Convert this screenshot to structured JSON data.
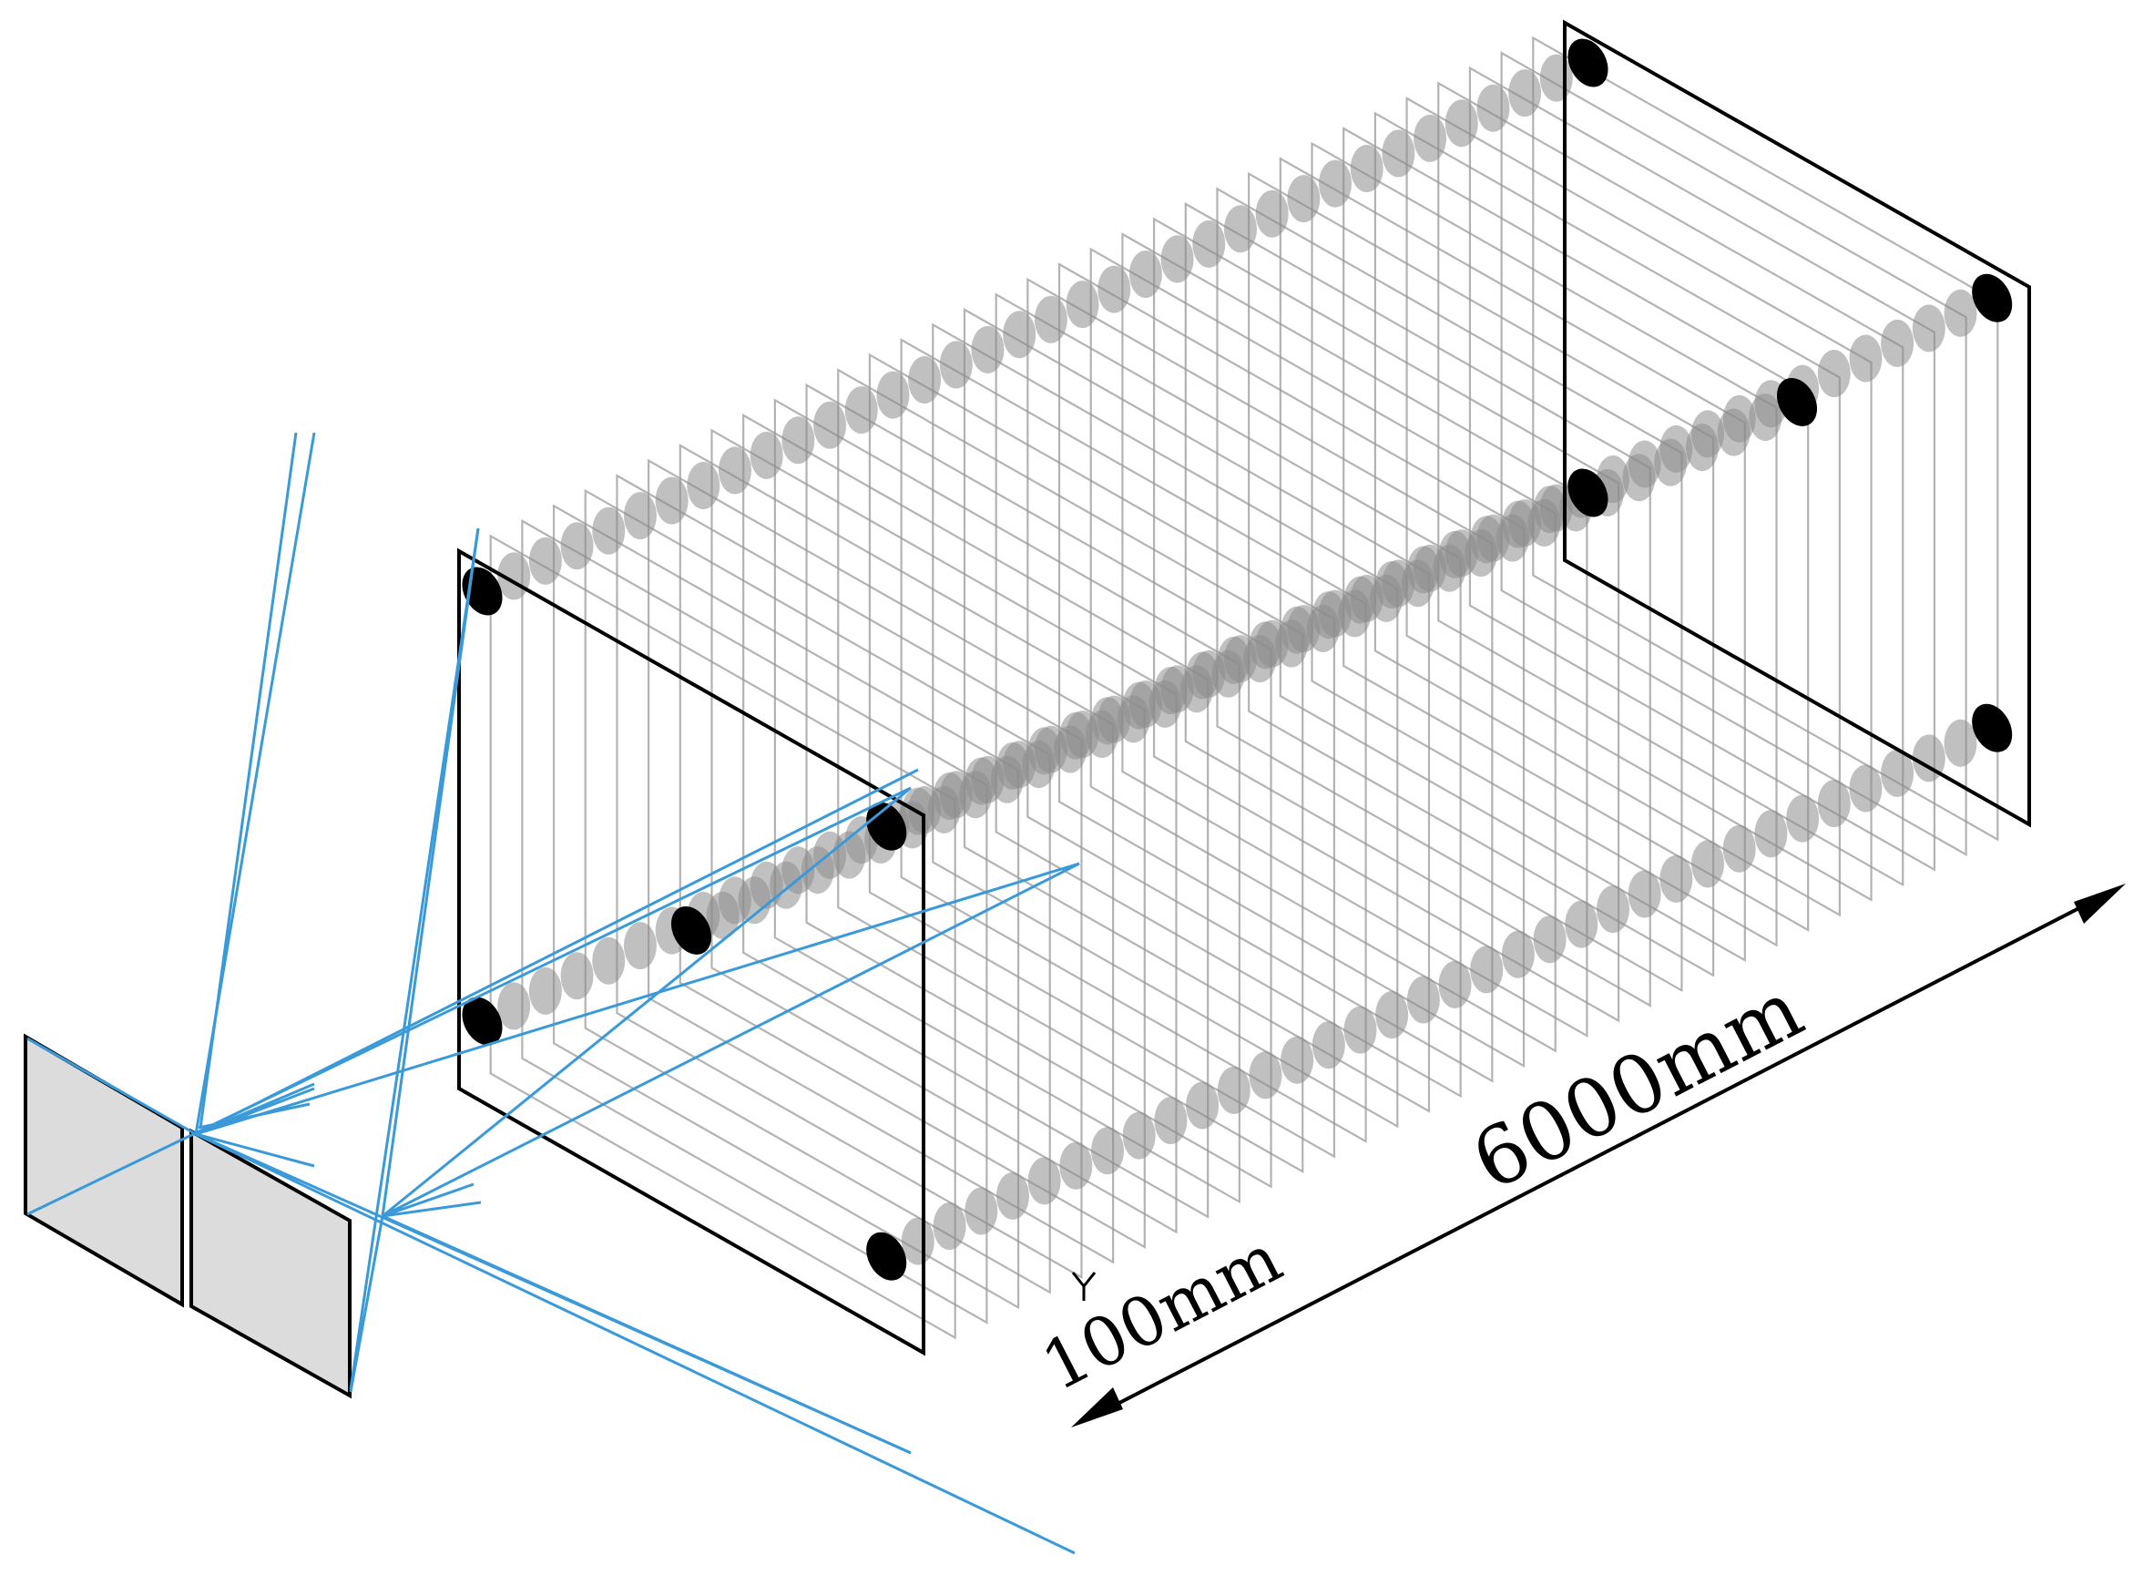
{
  "diagram": {
    "labels": {
      "total_length": "6000mm",
      "spacing": "100mm"
    },
    "colors": {
      "background": "#ffffff",
      "frame_outline": "#000000",
      "intermediate_plane": "#9a9a9a",
      "ghost_marker": "#8c8c8c",
      "key_marker": "#000000",
      "camera_ray": "#3a9ad9",
      "camera_sensor": "#dcdcdc",
      "dimension_line": "#000000"
    },
    "components": {
      "frames": [
        "near-frame",
        "far-frame"
      ],
      "cameras": [
        "left-camera-sensor",
        "right-camera-sensor"
      ],
      "intermediate_plane_count": 34,
      "markers_per_plane": 5
    }
  }
}
